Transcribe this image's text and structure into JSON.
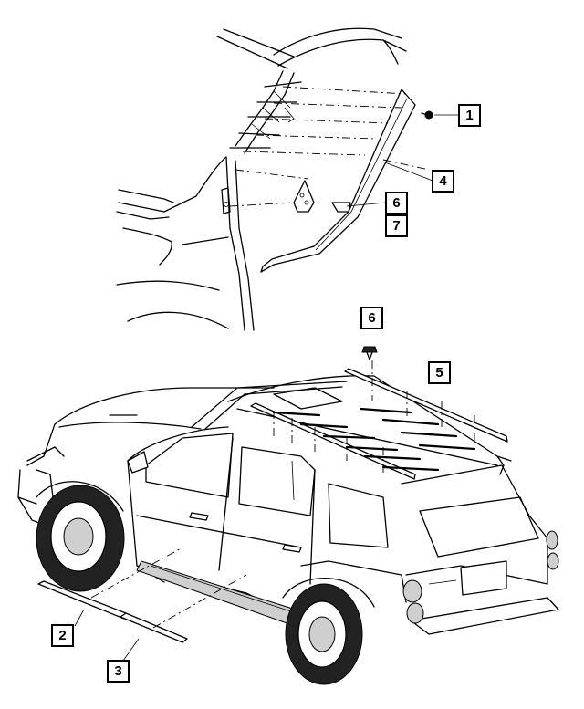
{
  "callouts": [
    {
      "id": "c1",
      "label": "1"
    },
    {
      "id": "c2",
      "label": "2"
    },
    {
      "id": "c3",
      "label": "3"
    },
    {
      "id": "c4",
      "label": "4"
    },
    {
      "id": "c5",
      "label": "5"
    },
    {
      "id": "c6a",
      "label": "6"
    },
    {
      "id": "c6b",
      "label": "6"
    },
    {
      "id": "c7",
      "label": "7"
    }
  ]
}
